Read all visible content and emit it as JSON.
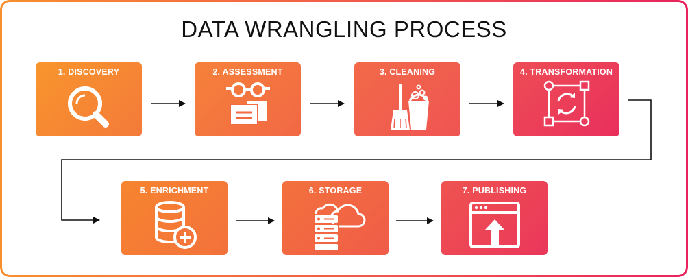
{
  "title": "DATA WRANGLING PROCESS",
  "steps": [
    {
      "label": "1. DISCOVERY",
      "icon": "magnifier-icon"
    },
    {
      "label": "2. ASSESSMENT",
      "icon": "glasses-documents-icon"
    },
    {
      "label": "3. CLEANING",
      "icon": "broom-bucket-icon"
    },
    {
      "label": "4. TRANSFORMATION",
      "icon": "transform-cycle-icon"
    },
    {
      "label": "5. ENRICHMENT",
      "icon": "database-plus-icon"
    },
    {
      "label": "6. STORAGE",
      "icon": "server-cloud-icon"
    },
    {
      "label": "7. PUBLISHING",
      "icon": "browser-upload-icon"
    }
  ],
  "colors": {
    "gradient_start": "#f78f2e",
    "gradient_mid": "#f0524f",
    "gradient_end": "#e8245e",
    "arrow": "#111111",
    "text": "#111111"
  }
}
